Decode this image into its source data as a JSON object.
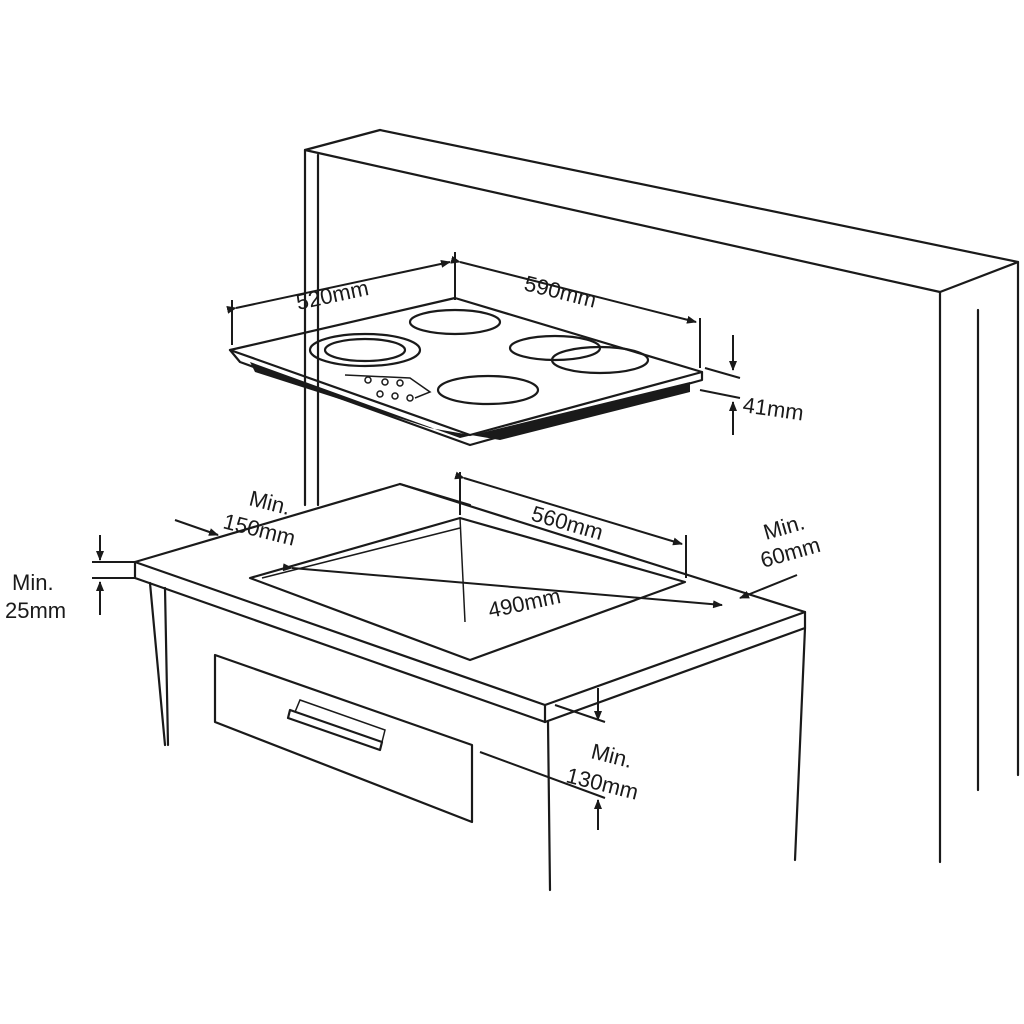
{
  "diagram": {
    "hob": {
      "width_label": "590mm",
      "depth_label": "520mm",
      "height_label": "41mm"
    },
    "cutout": {
      "width_label": "560mm",
      "depth_label": "490mm"
    },
    "clearances": {
      "back_min": "Min.",
      "back_value": "150mm",
      "side_min": "Min.",
      "side_value": "60mm",
      "worktop_min": "Min.",
      "worktop_value": "25mm",
      "below_min": "Min.",
      "below_value": "130mm"
    }
  }
}
